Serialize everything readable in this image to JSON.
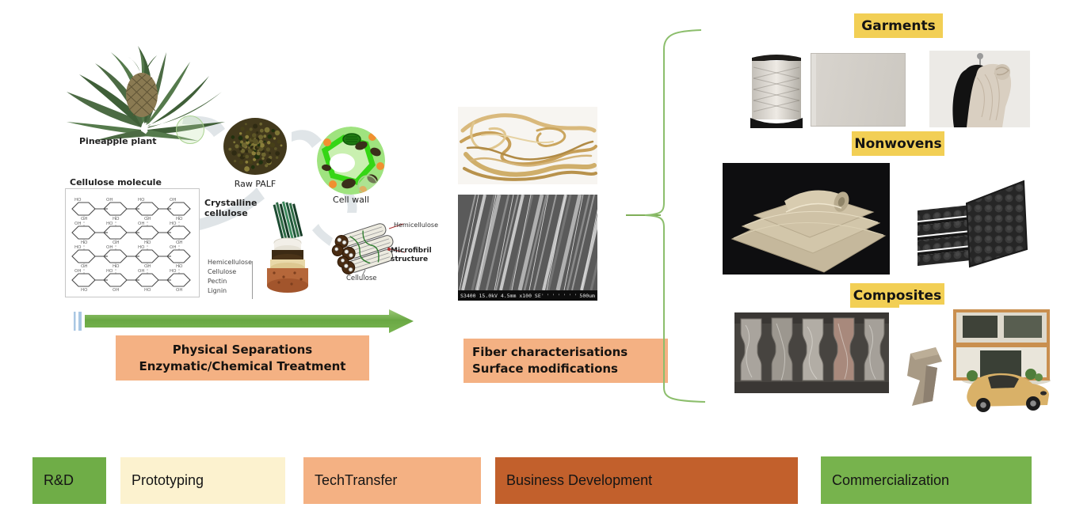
{
  "process_diagram": {
    "pineapple_plant_label": "Pineapple plant",
    "cellulose_molecule_label": "Cellulose molecule",
    "raw_palf_label": "Raw PALF",
    "cell_wall_label": "Cell wall",
    "crystalline_cellulose_label": "Crystalline\ncellulose",
    "fiber_layer_labels": [
      "Hemicellulose",
      "Cellulose",
      "Pectin",
      "Lignin"
    ],
    "microfibril_hemicellulose_label": "Hemicellulose",
    "microfibril_structure_label": "Microfibril structure",
    "microfibril_cellulose_label": "Cellulose",
    "molecule_atom_labels": [
      "HO",
      "OH"
    ],
    "molecule_rows": 4,
    "molecule_cols": 4
  },
  "stages": {
    "stage1": "Physical Separations\nEnzymatic/Chemical Treatment",
    "stage2": "Fiber characterisations\nSurface modifications"
  },
  "sem_image": {
    "caption_left": "S3400 15.0kV 4.5mm x100 SE",
    "caption_right": "500um"
  },
  "products": {
    "garments_label": "Garments",
    "nonwovens_label": "Nonwovens",
    "composites_label": "Composites"
  },
  "timeline": [
    {
      "label": "R&D",
      "color": "#6FAD47"
    },
    {
      "label": "Prototyping",
      "color": "#FCF2CF"
    },
    {
      "label": "TechTransfer",
      "color": "#F4B183"
    },
    {
      "label": "Business Development",
      "color": "#C2602C"
    },
    {
      "label": "Commercialization",
      "color": "#77B34D"
    }
  ],
  "colors": {
    "product_label_bg": "#F2CF55",
    "stage_label_bg": "#F4B183",
    "arrow_green": "#6FAE4E",
    "arrow_start_blue": "#A9C7E3",
    "brace_green": "#8CBE6C"
  }
}
